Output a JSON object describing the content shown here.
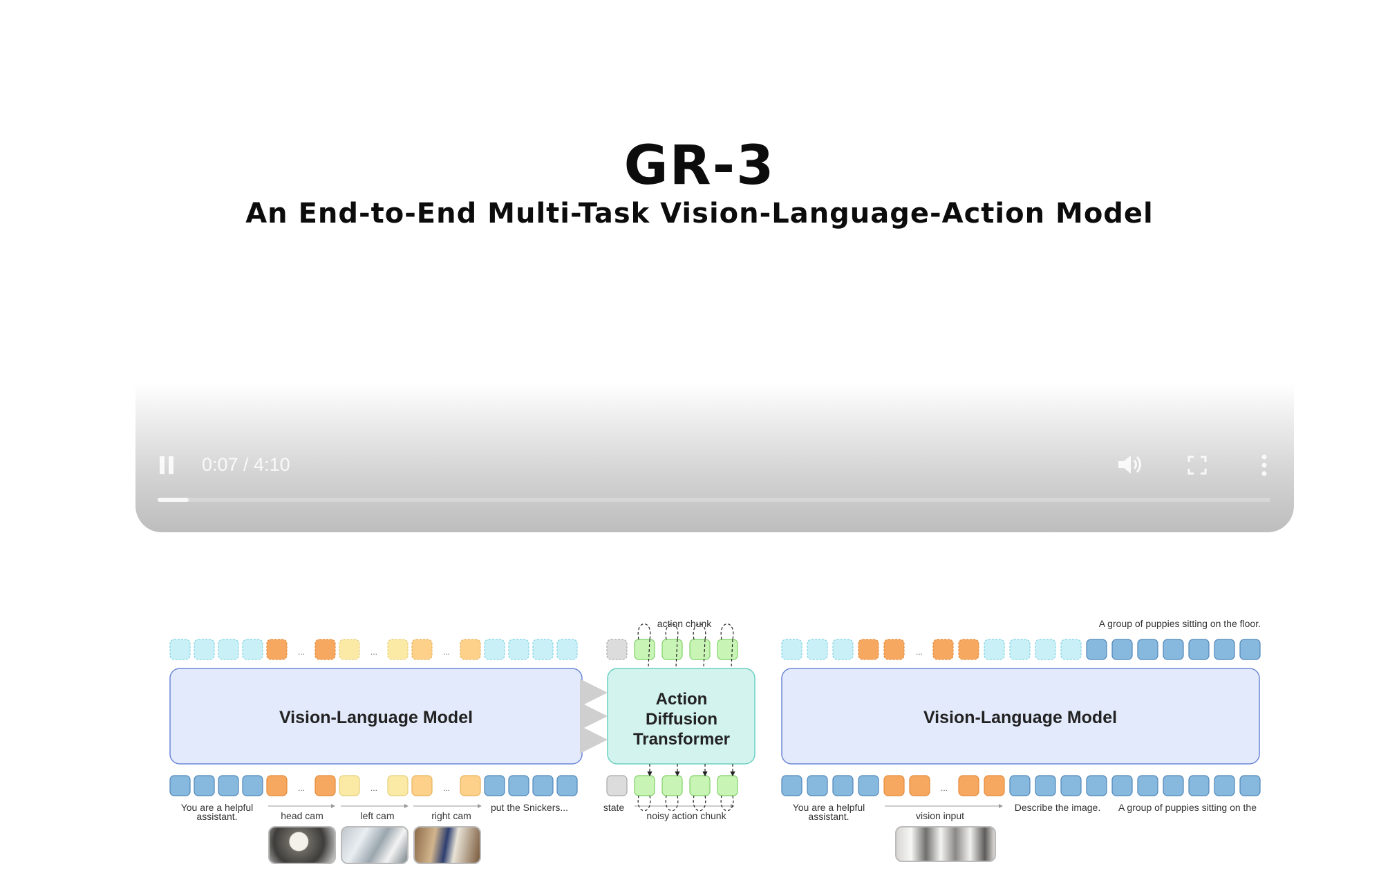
{
  "header": {
    "title": "GR-3",
    "subtitle": "An End-to-End Multi-Task Vision-Language-Action Model"
  },
  "video_player": {
    "time": "0:07 / 4:10",
    "progress": 0.028,
    "icons": [
      "pause-icon",
      "volume-icon",
      "fullscreen-icon",
      "more-vert-icon"
    ]
  },
  "diagram": {
    "left_model_label": "Vision-Language Model",
    "right_model_label": "Vision-Language Model",
    "adt_label": [
      "Action",
      "Diffusion",
      "Transformer"
    ],
    "action_chunk_label": "action chunk",
    "noisy_action_chunk_label": "noisy action chunk",
    "state_label": "state",
    "right_output_label": "A group of puppies sitting on the floor.",
    "left_inputs": {
      "system_prompt": [
        "You are a helpful",
        "assistant."
      ],
      "head_cam": "head cam",
      "left_cam": "left cam",
      "right_cam": "right cam",
      "instruction": "put the Snickers..."
    },
    "right_inputs": {
      "system_prompt": [
        "You are a helpful",
        "assistant."
      ],
      "vision_input": "vision input",
      "question": "Describe the image.",
      "answer": "A group of puppies sitting on the"
    },
    "ellipsis": "...",
    "colors": {
      "token_blue": "#86b9dd",
      "token_blue_stroke": "#4f86b8",
      "token_orange": "#f7a860",
      "token_yellow": "#fbeaa6",
      "token_amber": "#fdd18a",
      "token_cyan_faded": "#c9f0f6",
      "token_green": "#c8f5b5",
      "token_gray": "#dcdcdc",
      "vlm_fill": "#e3eafb",
      "vlm_stroke": "#6b86d6",
      "adt_fill": "#d3f3ee",
      "adt_stroke": "#6ccfc2"
    }
  }
}
